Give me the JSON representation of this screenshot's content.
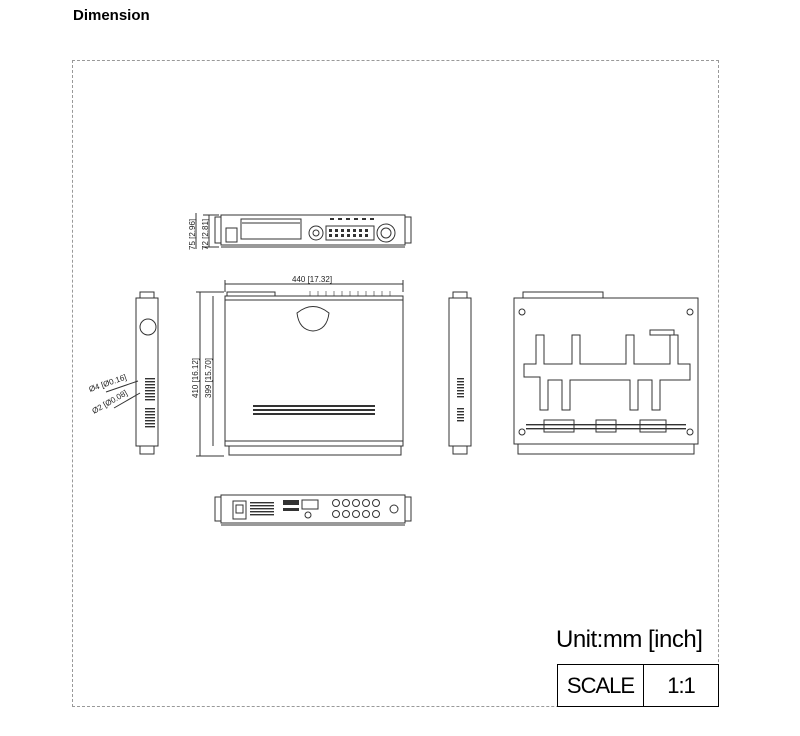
{
  "page": {
    "title": "Dimension"
  },
  "dimensions": {
    "height_outer": "75 [2.96]",
    "height_inner": "72 [2.81]",
    "width": "440 [17.32]",
    "depth_outer": "410 [16.12]",
    "depth_inner": "399 [15.70]",
    "hole_large": "Ø4 [Ø0.16]",
    "hole_small": "Ø2 [Ø0.08]"
  },
  "footer": {
    "unit_label": "Unit:mm [inch]",
    "scale_key": "SCALE",
    "scale_value": "1:1"
  },
  "colors": {
    "line": "#333333",
    "frame": "#999999"
  }
}
